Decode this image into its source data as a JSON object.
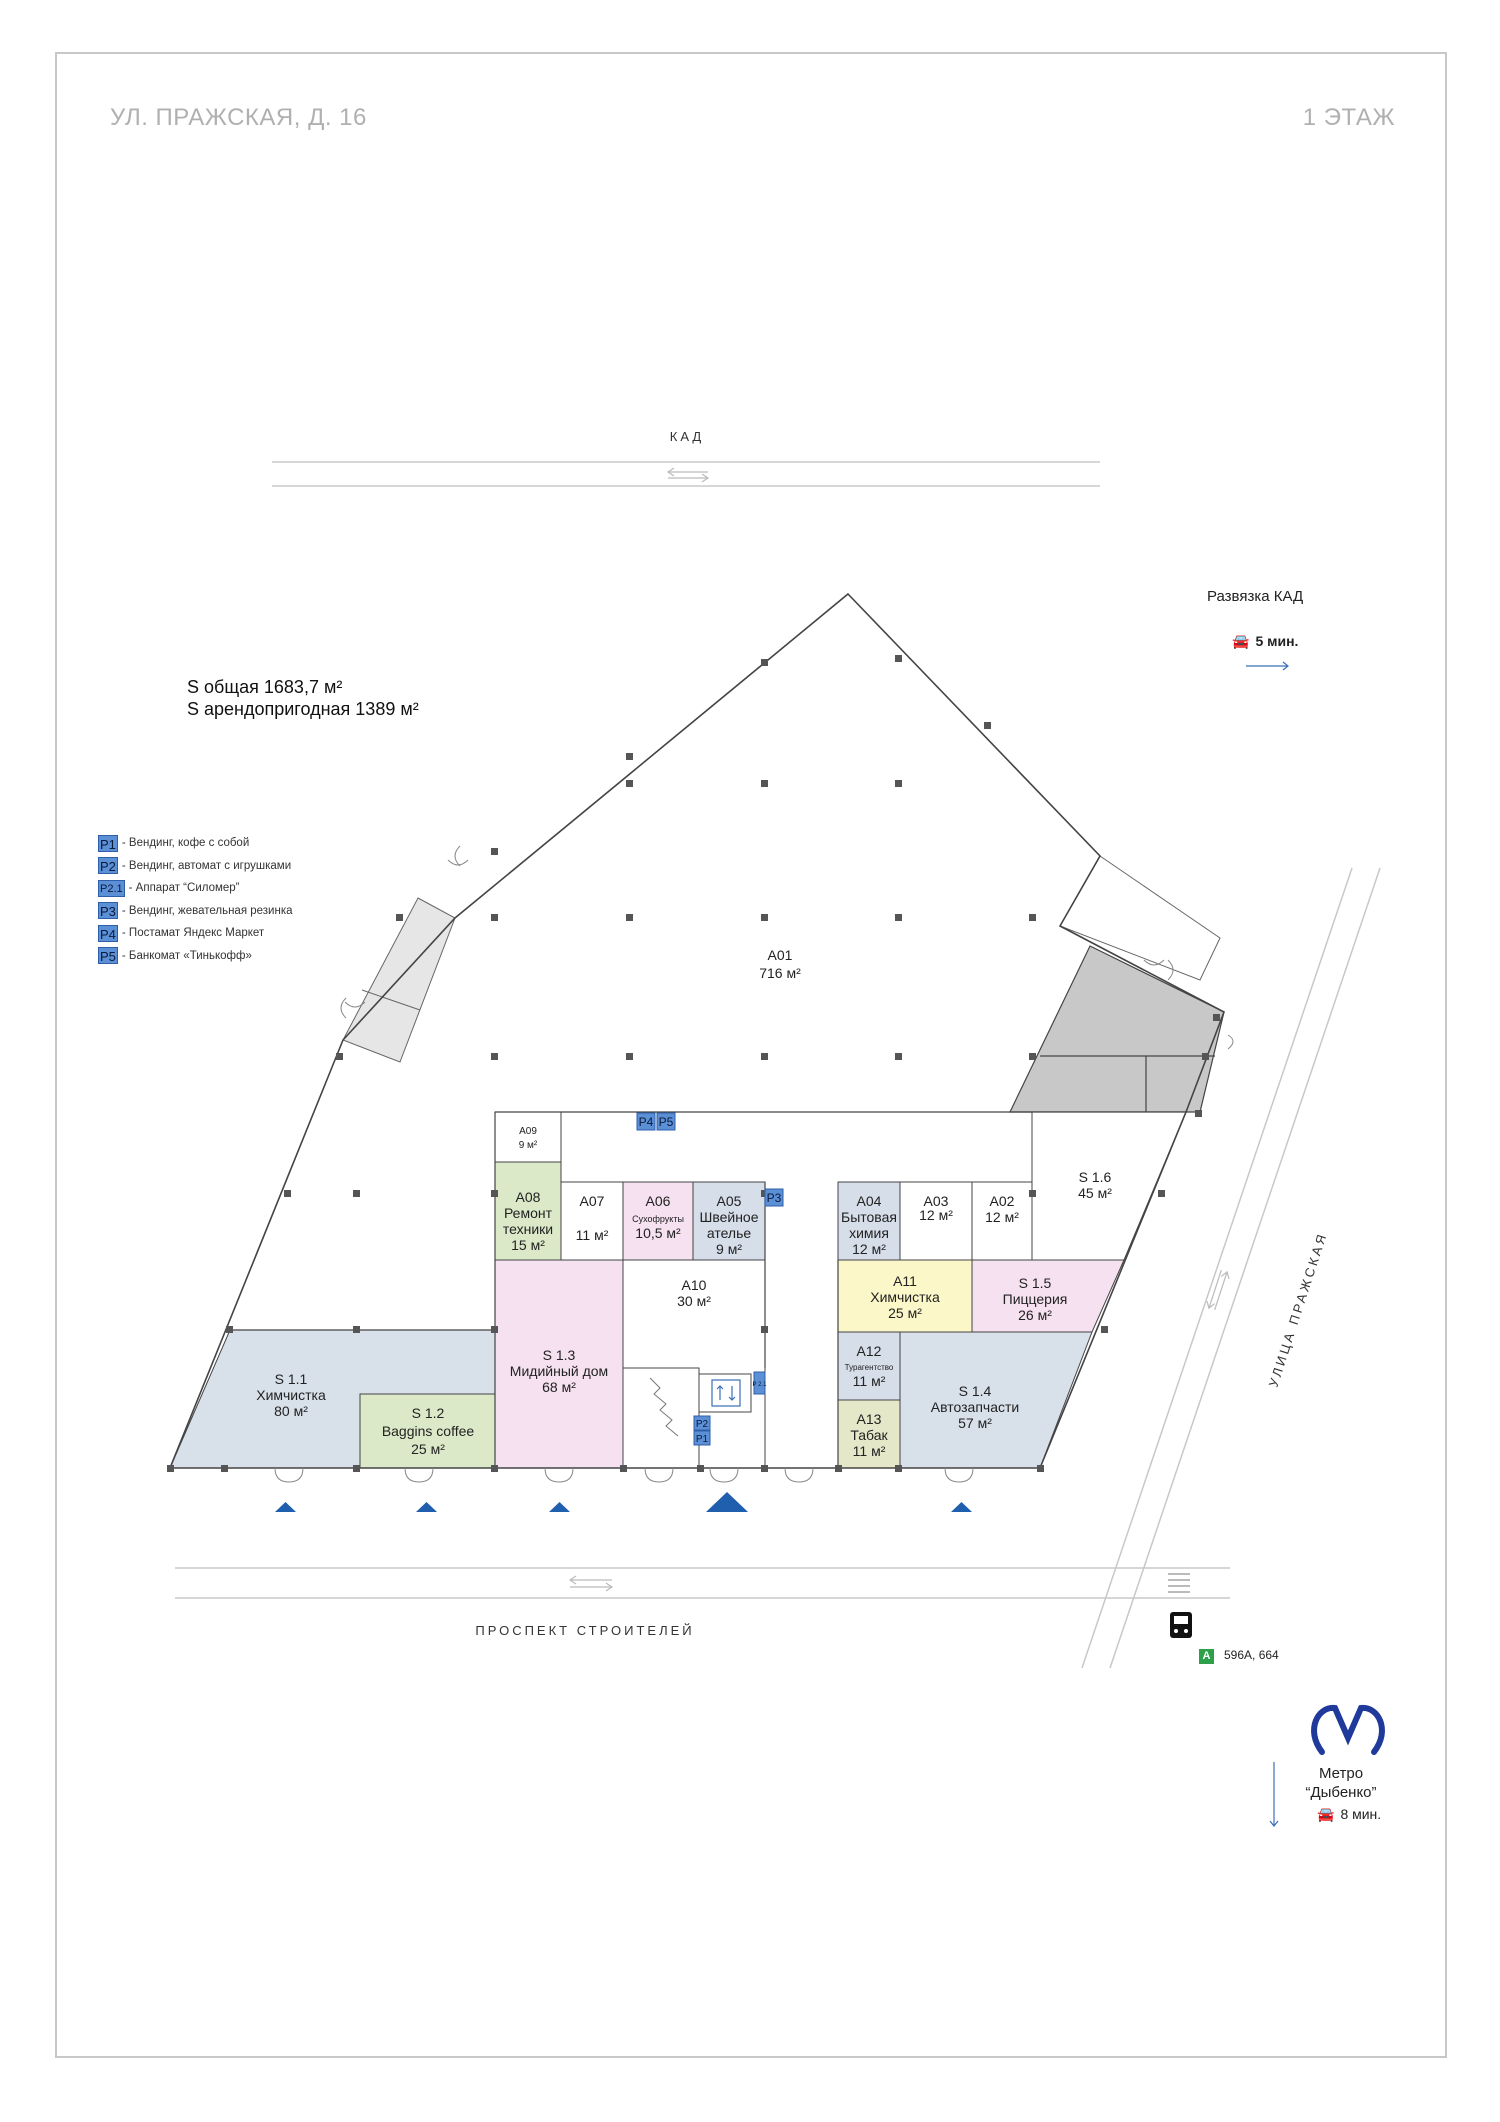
{
  "header": {
    "address": "УЛ. ПРАЖСКАЯ, Д. 16",
    "floor": "1 ЭТАЖ"
  },
  "area": {
    "total": "S общая 1683,7 м²",
    "rentable": "S арендопригодная 1389 м²"
  },
  "legend": [
    {
      "code": "P1",
      "text": "- Вендинг, кофе с собой"
    },
    {
      "code": "P2",
      "text": "- Вендинг, автомат с игрушками"
    },
    {
      "code": "P2.1",
      "text": "- Аппарат “Силомер”"
    },
    {
      "code": "P3",
      "text": "- Вендинг, жевательная резинка"
    },
    {
      "code": "P4",
      "text": "- Постамат Яндекс Маркет"
    },
    {
      "code": "P5",
      "text": "- Банкомат «Тинькофф»"
    }
  ],
  "roads": {
    "kad": "КАД",
    "prospect": "ПРОСПЕКТ СТРОИТЕЛЕЙ",
    "prazhskaya": "УЛИЦА ПРАЖСКАЯ"
  },
  "kad_junction": {
    "label": "Развязка КАД",
    "time": "5 мин."
  },
  "bus": {
    "badge": "А",
    "routes": "596А, 664"
  },
  "metro": {
    "line1": "Метро",
    "line2": "“Дыбенко”",
    "time": "8 мин."
  },
  "units": {
    "a01": {
      "name": "А01",
      "area": "716 м²"
    },
    "a09": {
      "name": "А09",
      "area": "9 м²"
    },
    "a08": {
      "l1": "А08",
      "l2": "Ремонт",
      "l3": "техники",
      "l4": "15 м²"
    },
    "a07": {
      "name": "А07",
      "area": "11 м²"
    },
    "a06": {
      "l1": "А06",
      "l2": "Сухофрукты",
      "l3": "10,5 м²"
    },
    "a05": {
      "l1": "А05",
      "l2": "Швейное",
      "l3": "ателье",
      "l4": "9 м²"
    },
    "a04": {
      "l1": "А04",
      "l2": "Бытовая",
      "l3": "химия",
      "l4": "12 м²"
    },
    "a03": {
      "name": "А03",
      "area": "12 м²"
    },
    "a02": {
      "name": "А02",
      "area": "12 м²"
    },
    "s16": {
      "name": "S 1.6",
      "area": "45 м²"
    },
    "a10": {
      "name": "А10",
      "area": "30 м²"
    },
    "a11": {
      "l1": "А11",
      "l2": "Химчистка",
      "l3": "25 м²"
    },
    "s15": {
      "l1": "S 1.5",
      "l2": "Пиццерия",
      "l3": "26 м²"
    },
    "s11": {
      "l1": "S 1.1",
      "l2": "Химчистка",
      "l3": "80 м²"
    },
    "s12": {
      "l1": "S 1.2",
      "l2": "Baggins coffee",
      "l3": "25 м²"
    },
    "s13": {
      "l1": "S 1.3",
      "l2": "Мидийный дом",
      "l3": "68 м²"
    },
    "a12": {
      "l1": "А12",
      "l2": "Турагентство",
      "l3": "11 м²"
    },
    "a13": {
      "l1": "А13",
      "l2": "Табак",
      "l3": "11 м²"
    },
    "s14": {
      "l1": "S 1.4",
      "l2": "Автозапчасти",
      "l3": "57 м²"
    }
  },
  "markers": {
    "p4": "P4",
    "p5": "P5",
    "p3": "P3",
    "p2": "P2",
    "p1": "P1",
    "p21": "P 2.1"
  }
}
